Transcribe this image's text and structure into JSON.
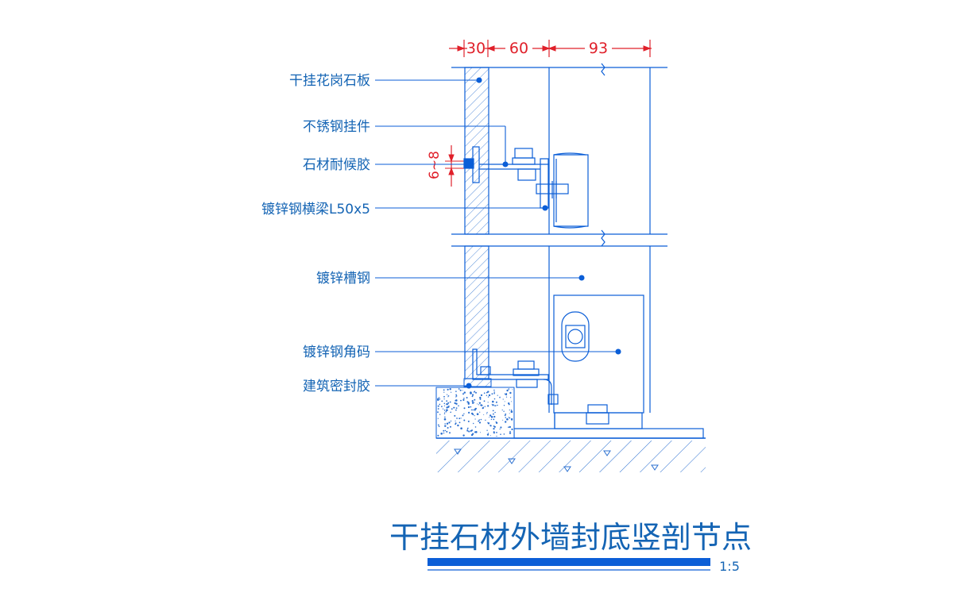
{
  "dimensions": {
    "d1": "30",
    "d2": "60",
    "d3": "93",
    "gap": "6~8"
  },
  "labels": [
    "干挂花岗石板",
    "不锈钢挂件",
    "石材耐候胶",
    "镀锌钢横梁L50x5",
    "镀锌槽钢",
    "镀锌钢角码",
    "建筑密封胶"
  ],
  "title": "干挂石材外墙封底竖剖节点",
  "scale": "1:5",
  "colors": {
    "line": "#0b5ed7",
    "text": "#1464b4",
    "dim": "#e0202a",
    "bar": "#0b5ed7"
  }
}
